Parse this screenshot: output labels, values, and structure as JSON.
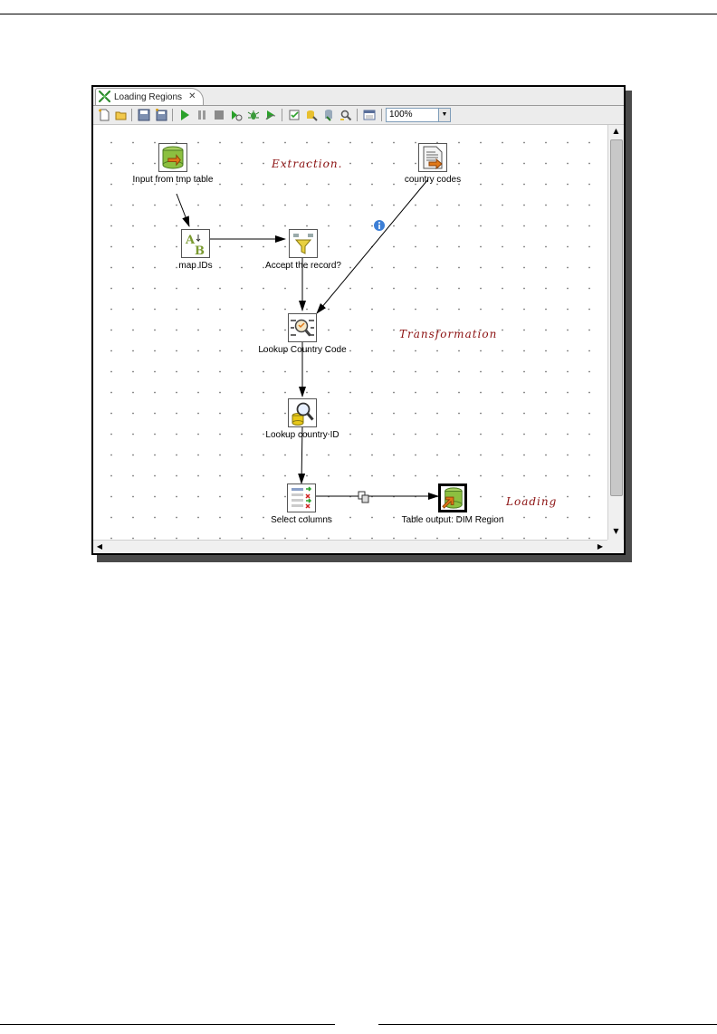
{
  "window": {
    "tab_title": "Loading Regions",
    "tab_icon": "spoon-transformation-icon",
    "close_icon": "close-icon"
  },
  "toolbar": {
    "buttons": [
      "new-icon",
      "open-icon",
      "save-icon",
      "save-as-icon",
      "run-icon",
      "pause-icon",
      "stop-icon",
      "preview-icon",
      "debug-icon",
      "replay-icon",
      "verify-icon",
      "impact-icon",
      "sql-icon",
      "explore-db-icon",
      "show-results-icon"
    ],
    "zoom_value": "100%"
  },
  "notes": {
    "extraction": "Extraction.",
    "transformation": "Transformation",
    "loading": "Loading"
  },
  "steps": {
    "input_tmp_table": {
      "label": "Input from tmp table",
      "icon": "table-input-icon"
    },
    "country_codes": {
      "label": "country codes",
      "icon": "text-file-input-icon"
    },
    "map_ids": {
      "label": "map IDs",
      "icon": "value-mapper-icon"
    },
    "accept_record": {
      "label": "Accept the record?",
      "icon": "filter-rows-icon"
    },
    "lookup_country_code": {
      "label": "Lookup Country Code",
      "icon": "stream-lookup-icon"
    },
    "lookup_country_id": {
      "label": "Lookup country ID",
      "icon": "database-lookup-icon"
    },
    "select_columns": {
      "label": "Select columns",
      "icon": "select-values-icon"
    },
    "table_output": {
      "label": "Table output: DIM Region",
      "icon": "table-output-icon"
    }
  },
  "colors": {
    "note_text": "#8b1010",
    "hop_line": "#000000",
    "info_badge": "#3d7fd6"
  }
}
